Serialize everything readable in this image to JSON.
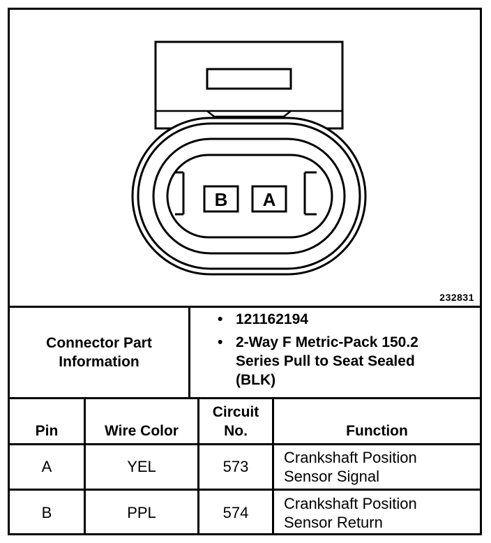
{
  "figure": {
    "id": "232831",
    "pin_labels": [
      "B",
      "A"
    ]
  },
  "connector_info": {
    "label": "Connector Part Information",
    "bullets": [
      "121162194",
      "2-Way F Metric-Pack 150.2 Series Pull to Seat Sealed (BLK)"
    ]
  },
  "table": {
    "headers": {
      "pin": "Pin",
      "wire_color": "Wire Color",
      "circuit_no": "Circuit No.",
      "function": "Function"
    },
    "rows": [
      {
        "pin": "A",
        "wire_color": "YEL",
        "circuit_no": "573",
        "function": "Crankshaft Position Sensor Signal"
      },
      {
        "pin": "B",
        "wire_color": "PPL",
        "circuit_no": "574",
        "function": "Crankshaft Position Sensor Return"
      }
    ]
  }
}
